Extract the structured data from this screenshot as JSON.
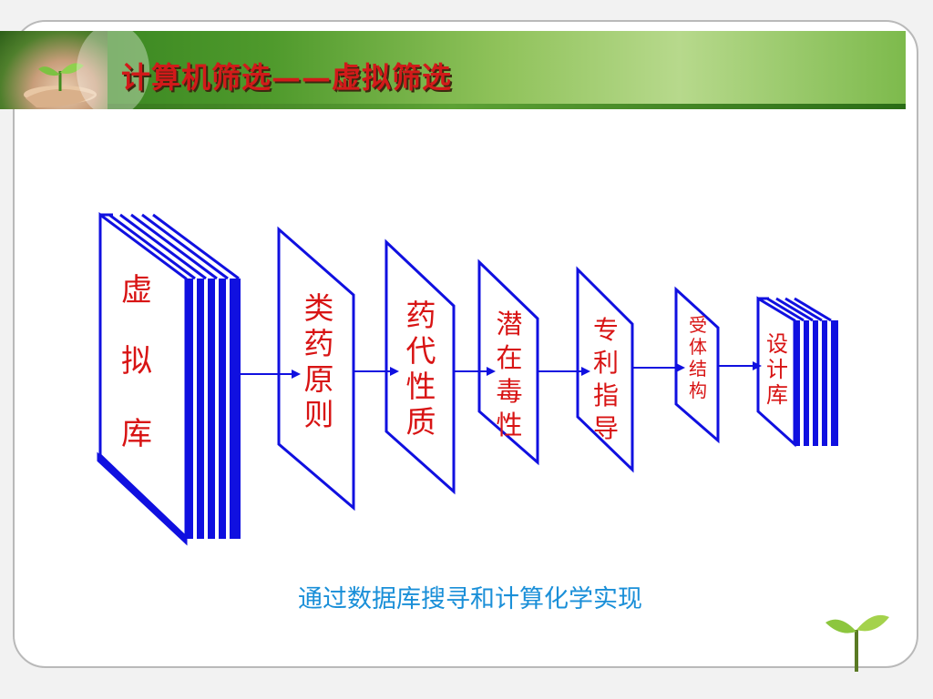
{
  "slide": {
    "title": "计算机筛选——虚拟筛选",
    "caption": "通过数据库搜寻和计算化学实现"
  },
  "diagram": {
    "source_book": {
      "chars": [
        "虚",
        "拟",
        "库"
      ]
    },
    "filters": [
      {
        "chars": [
          "类",
          "药",
          "原",
          "则"
        ]
      },
      {
        "chars": [
          "药",
          "代",
          "性",
          "质"
        ]
      },
      {
        "chars": [
          "潜",
          "在",
          "毒",
          "性"
        ]
      },
      {
        "chars": [
          "专",
          "利",
          "指",
          "导"
        ]
      },
      {
        "chars": [
          "受",
          "体",
          "结",
          "构"
        ]
      }
    ],
    "result_book": {
      "chars": [
        "设",
        "计",
        "库"
      ]
    }
  },
  "colors": {
    "outline": "#1010e0",
    "label_text": "#d81414",
    "caption_text": "#1a8fd8",
    "title_text": "#d21a1a",
    "header_green": "#4f9a2c"
  },
  "icons": {
    "header_photo": "hand-holding-seedling-photo",
    "corner": "seedling-icon"
  }
}
